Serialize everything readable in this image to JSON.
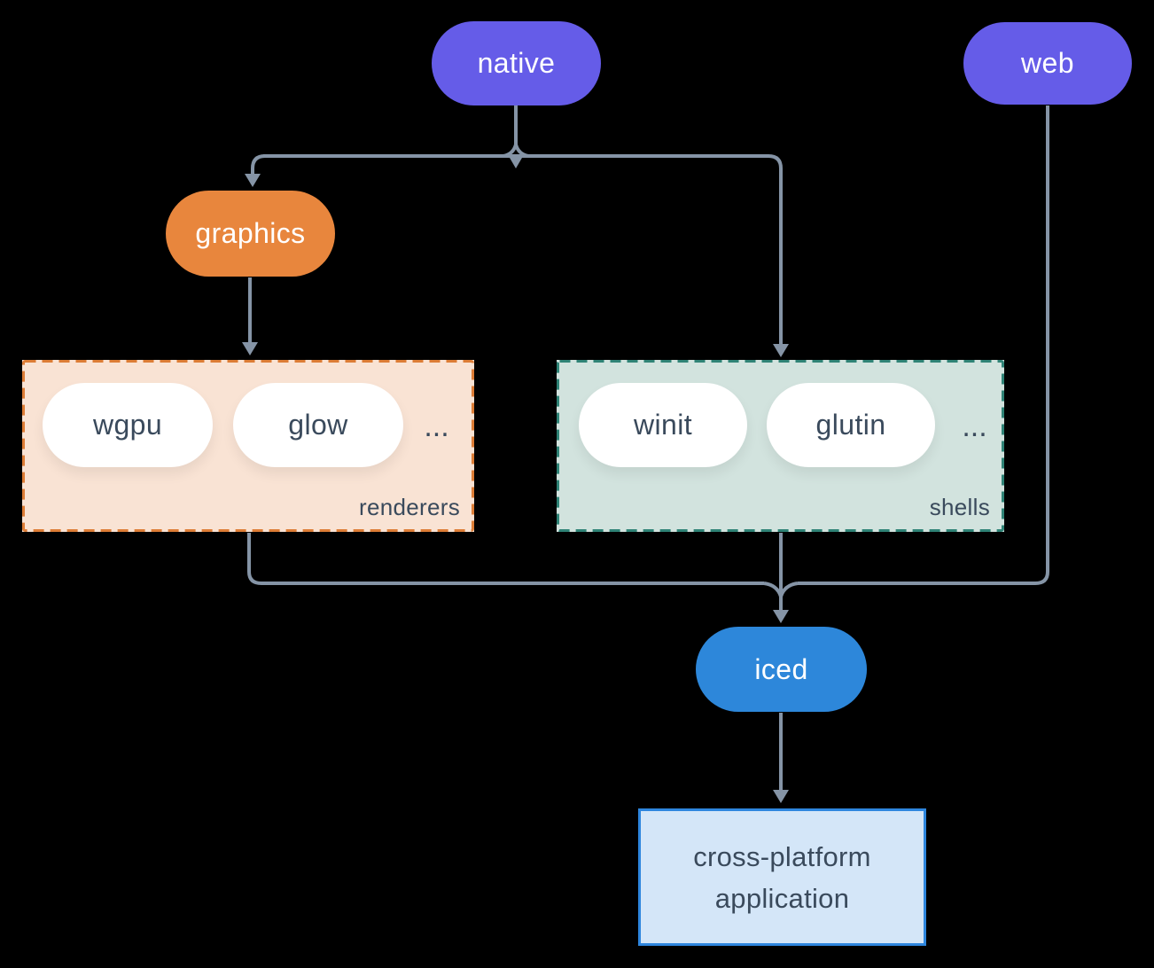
{
  "nodes": {
    "native": {
      "label": "native"
    },
    "web": {
      "label": "web"
    },
    "graphics": {
      "label": "graphics"
    },
    "iced": {
      "label": "iced"
    },
    "application": {
      "label_lines": [
        "cross-platform",
        "application"
      ]
    }
  },
  "groups": {
    "renderers": {
      "label": "renderers",
      "items": [
        "wgpu",
        "glow"
      ],
      "ellipsis": "..."
    },
    "shells": {
      "label": "shells",
      "items": [
        "winit",
        "glutin"
      ],
      "ellipsis": "..."
    }
  },
  "edges": [
    {
      "from": "native",
      "to": "graphics"
    },
    {
      "from": "native",
      "to": "shells"
    },
    {
      "from": "graphics",
      "to": "renderers"
    },
    {
      "from": "renderers",
      "to": "iced"
    },
    {
      "from": "shells",
      "to": "iced"
    },
    {
      "from": "web",
      "to": "iced"
    },
    {
      "from": "iced",
      "to": "application"
    }
  ],
  "colors": {
    "background": "#000000",
    "purple_pill": "#655CE8",
    "orange_pill": "#E8863D",
    "blue_pill": "#2D87DA",
    "white_pill": "#FFFFFF",
    "renderers_fill": "#F9E3D4",
    "renderers_border": "#DD7D36",
    "shells_fill": "#D2E3DE",
    "shells_border": "#2F8376",
    "application_fill": "#D4E6F8",
    "application_border": "#2E86DE",
    "connector_line": "#8594A6",
    "dark_text": "#3A4A5C",
    "light_text": "#FFFFFF"
  }
}
